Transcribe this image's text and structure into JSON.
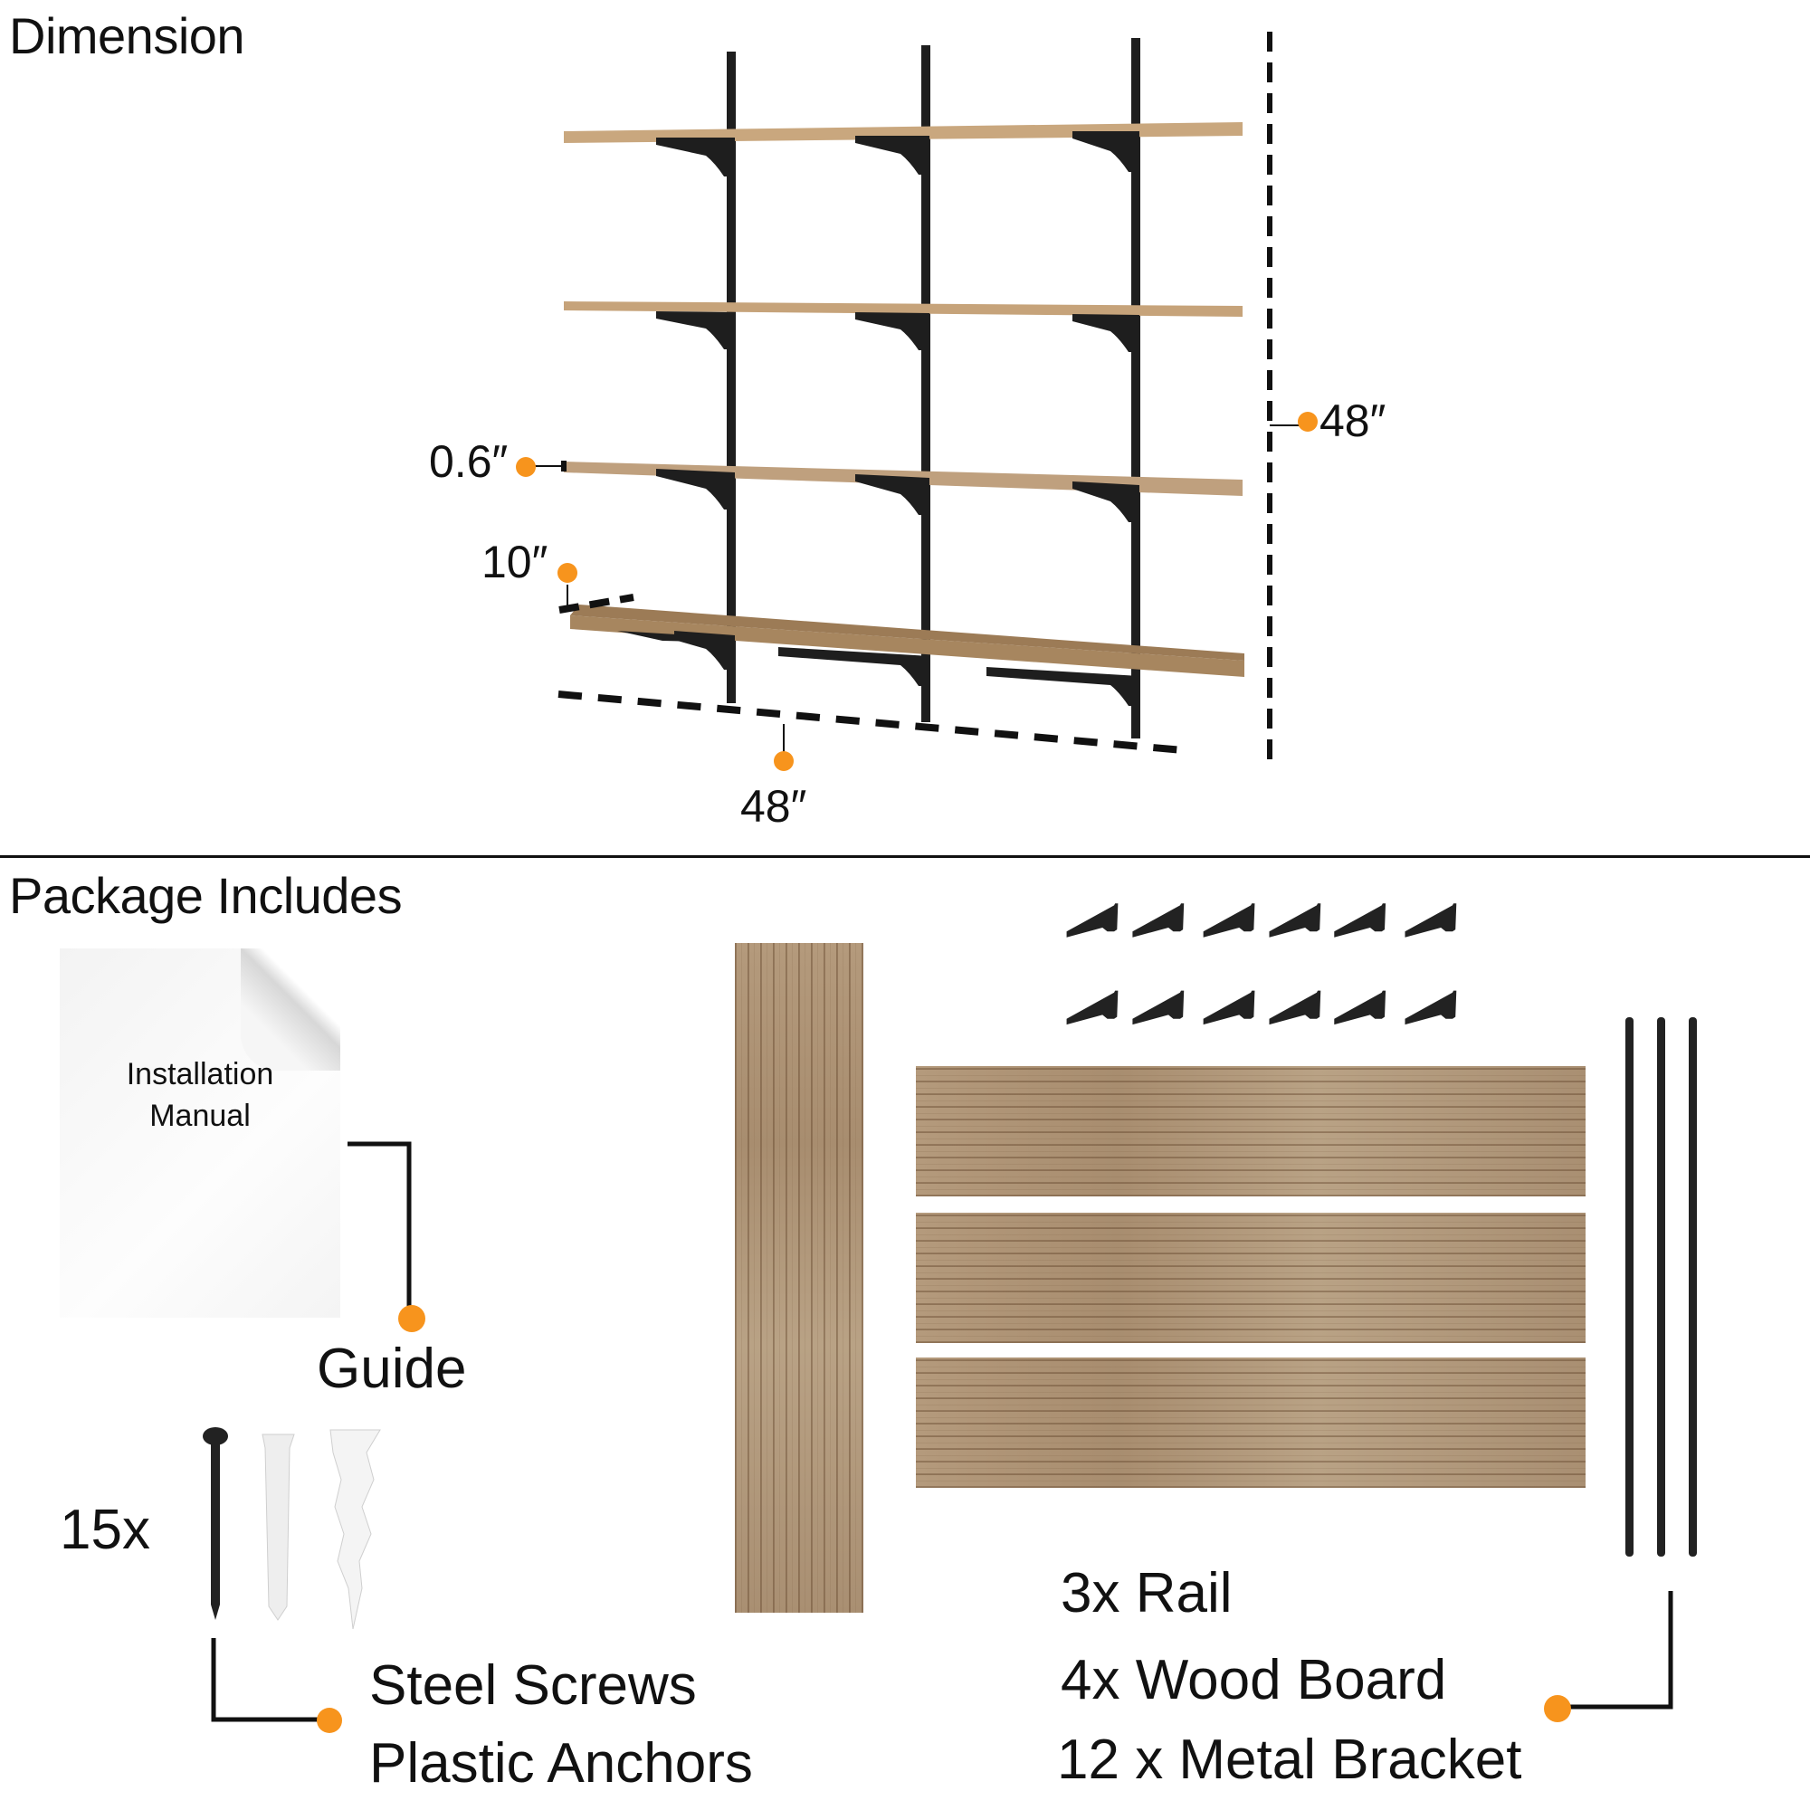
{
  "sections": {
    "dimension_title": "Dimension",
    "package_title": "Package Includes"
  },
  "dimensions": {
    "shelf_thickness": "0.6″",
    "shelf_depth": "10″",
    "total_width": "48″",
    "total_height": "48″"
  },
  "diagram": {
    "shelves": 4,
    "rails": 3,
    "brackets_per_shelf": 3
  },
  "package": {
    "manual": {
      "line1": "Installation",
      "line2": "Manual",
      "callout": "Guide"
    },
    "hardware": {
      "quantity": "15x",
      "line1": "Steel Screws",
      "line2": "Plastic Anchors"
    },
    "parts": [
      {
        "label": "3x Rail"
      },
      {
        "label": "4x Wood Board"
      },
      {
        "label": "12 x Metal Bracket"
      }
    ],
    "bracket_count_shown": 12,
    "rail_count_shown": 3,
    "board_count_shown": 4
  },
  "colors": {
    "accent_dot": "#f7941d",
    "metal": "#222222",
    "wood": "#a98f72"
  }
}
